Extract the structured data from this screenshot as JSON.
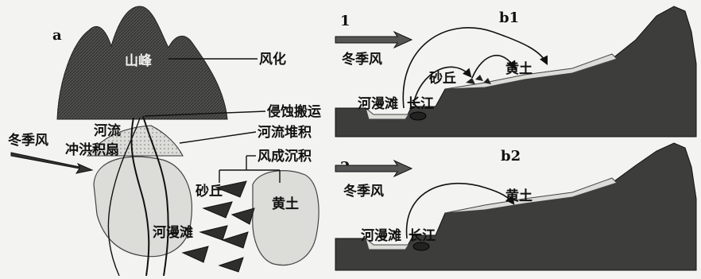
{
  "panel_a": {
    "label": "a",
    "peak": "山峰",
    "weathering": "风化",
    "erosion_transport": "侵蚀搬运",
    "river": "河流",
    "river_deposition": "河流堆积",
    "winter_wind": "冬季风",
    "alluvial_fan": "冲洪积扇",
    "aeolian_deposition": "风成沉积",
    "dune": "砂丘",
    "loess": "黄土",
    "floodplain": "河漫滩"
  },
  "panel_b1": {
    "label": "b1",
    "number": "1",
    "winter_wind": "冬季风",
    "dune": "砂丘",
    "loess": "黄土",
    "floodplain": "河漫滩",
    "river": "长江"
  },
  "panel_b2": {
    "label": "b2",
    "number": "2",
    "winter_wind": "冬季风",
    "loess": "黄土",
    "floodplain": "河漫滩",
    "river": "长江"
  },
  "colors": {
    "mountain": "#4a4a48",
    "ground": "#3d3d3b",
    "loess": "#d9d9d5",
    "fan": "#cfcfcb"
  }
}
